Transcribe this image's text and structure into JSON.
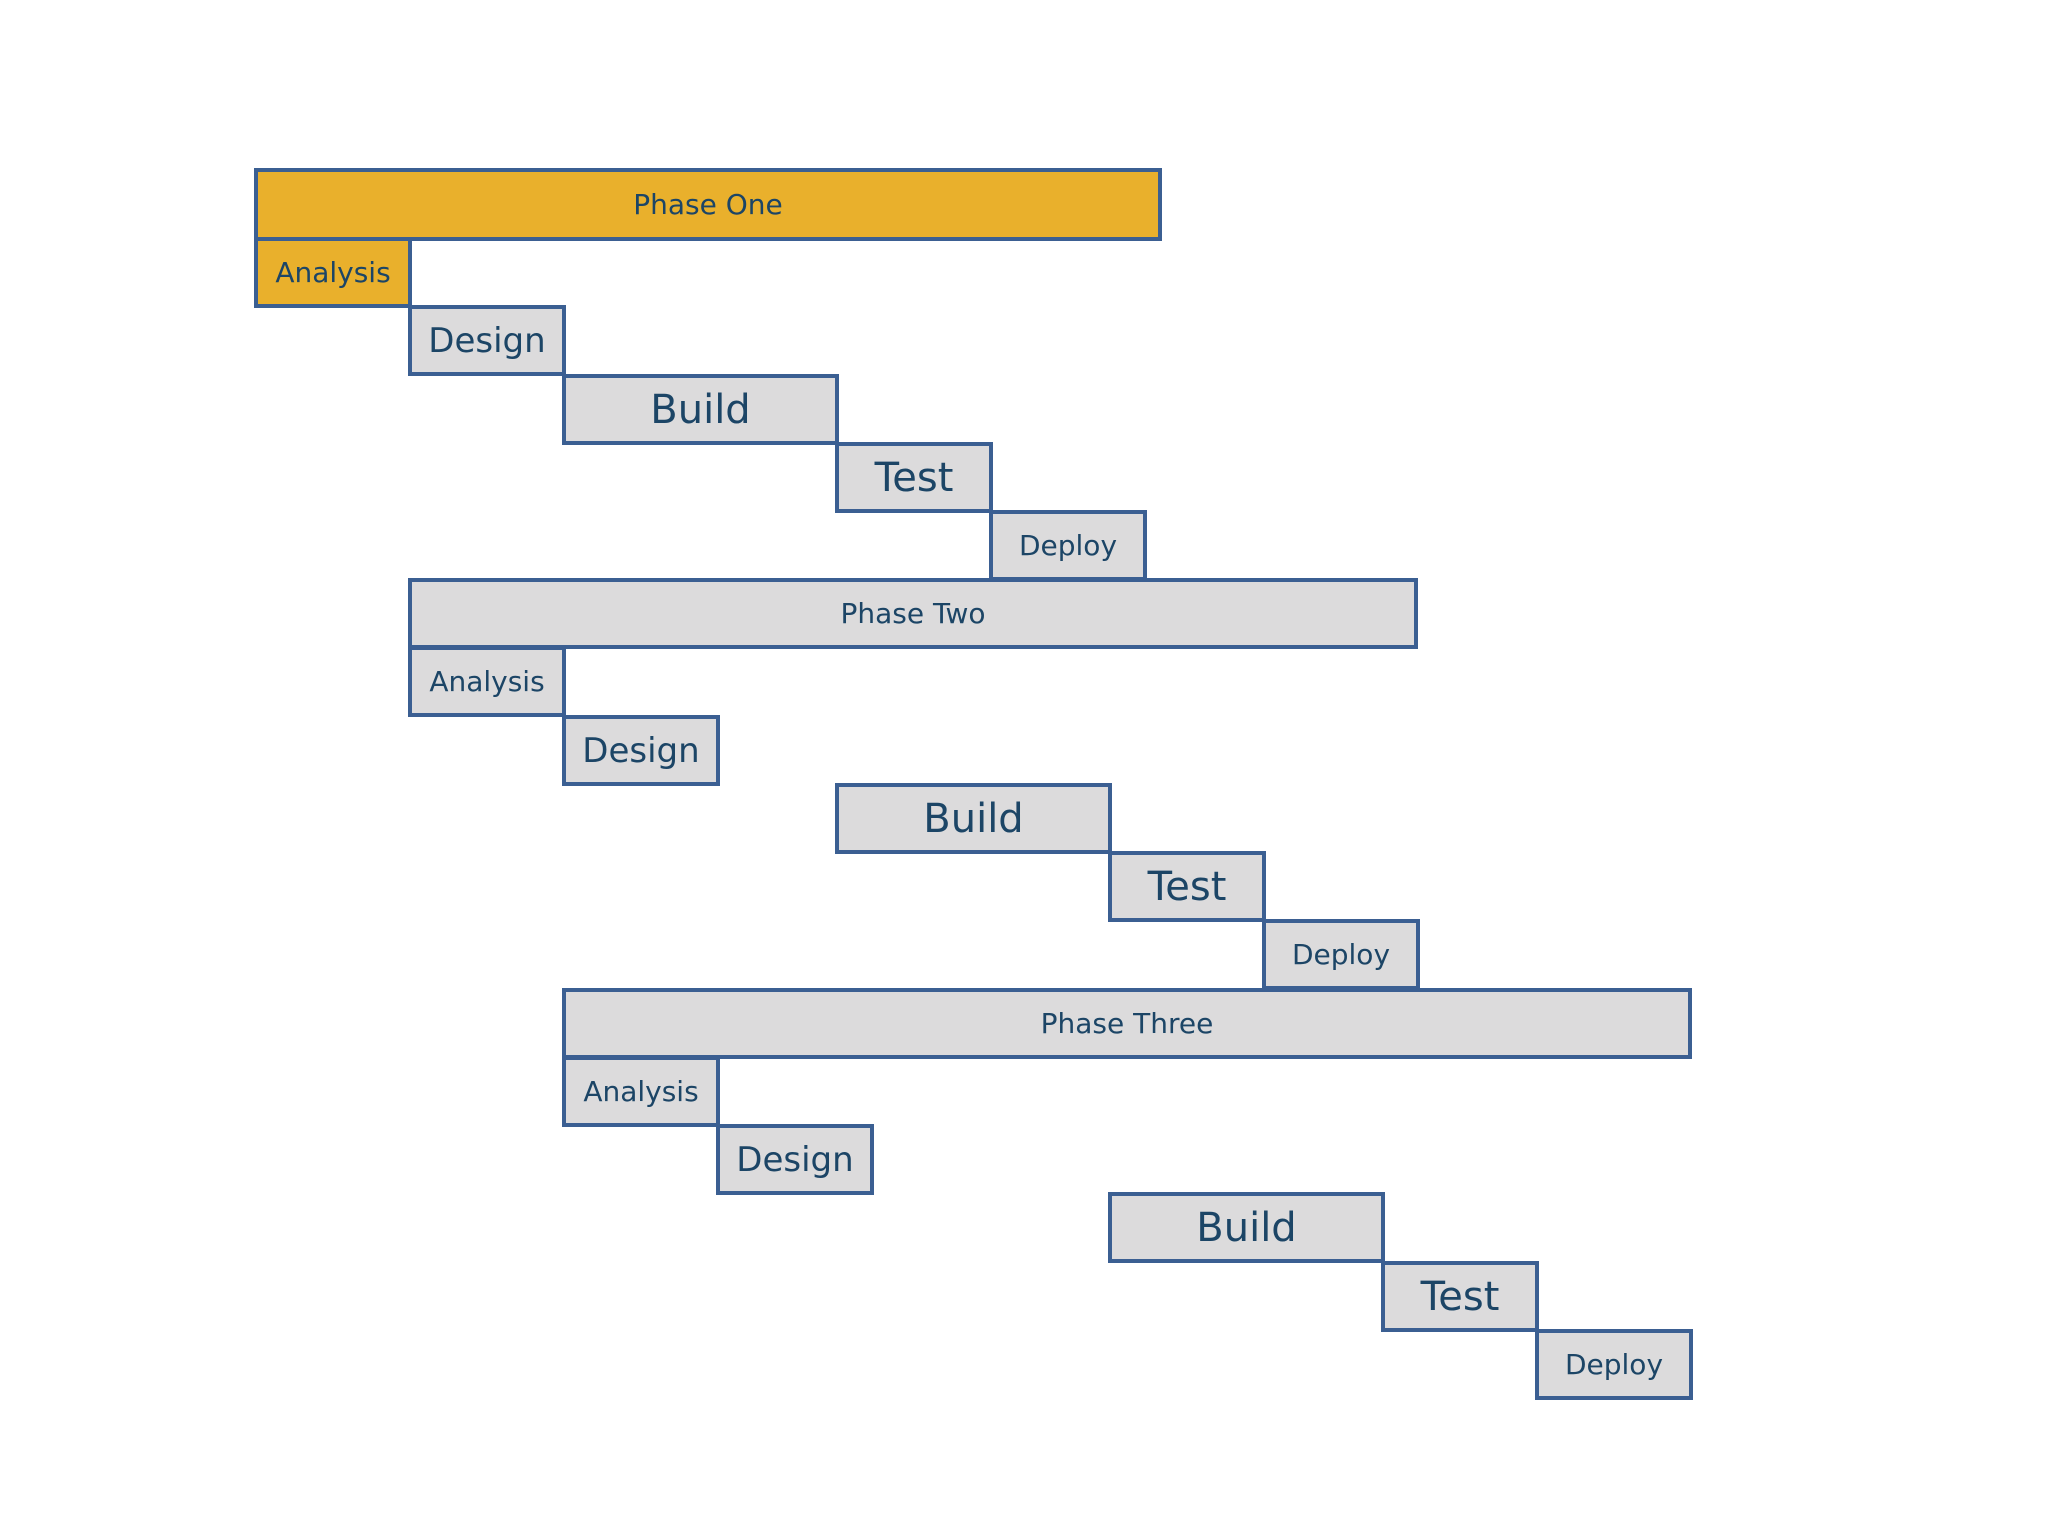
{
  "phases": [
    {
      "label": "Phase One",
      "highlighted": true,
      "tasks": [
        {
          "label": "Analysis",
          "highlighted": true
        },
        {
          "label": "Design"
        },
        {
          "label": "Build"
        },
        {
          "label": "Test"
        },
        {
          "label": "Deploy"
        }
      ]
    },
    {
      "label": "Phase Two",
      "tasks": [
        {
          "label": "Analysis"
        },
        {
          "label": "Design"
        },
        {
          "label": "Build"
        },
        {
          "label": "Test"
        },
        {
          "label": "Deploy"
        }
      ]
    },
    {
      "label": "Phase Three",
      "tasks": [
        {
          "label": "Analysis"
        },
        {
          "label": "Design"
        },
        {
          "label": "Build"
        },
        {
          "label": "Test"
        },
        {
          "label": "Deploy"
        }
      ]
    }
  ],
  "colors": {
    "highlight_fill": "#e9b02c",
    "default_fill": "#dcdbdc",
    "border": "#3b5f92",
    "text": "#1c4566"
  }
}
